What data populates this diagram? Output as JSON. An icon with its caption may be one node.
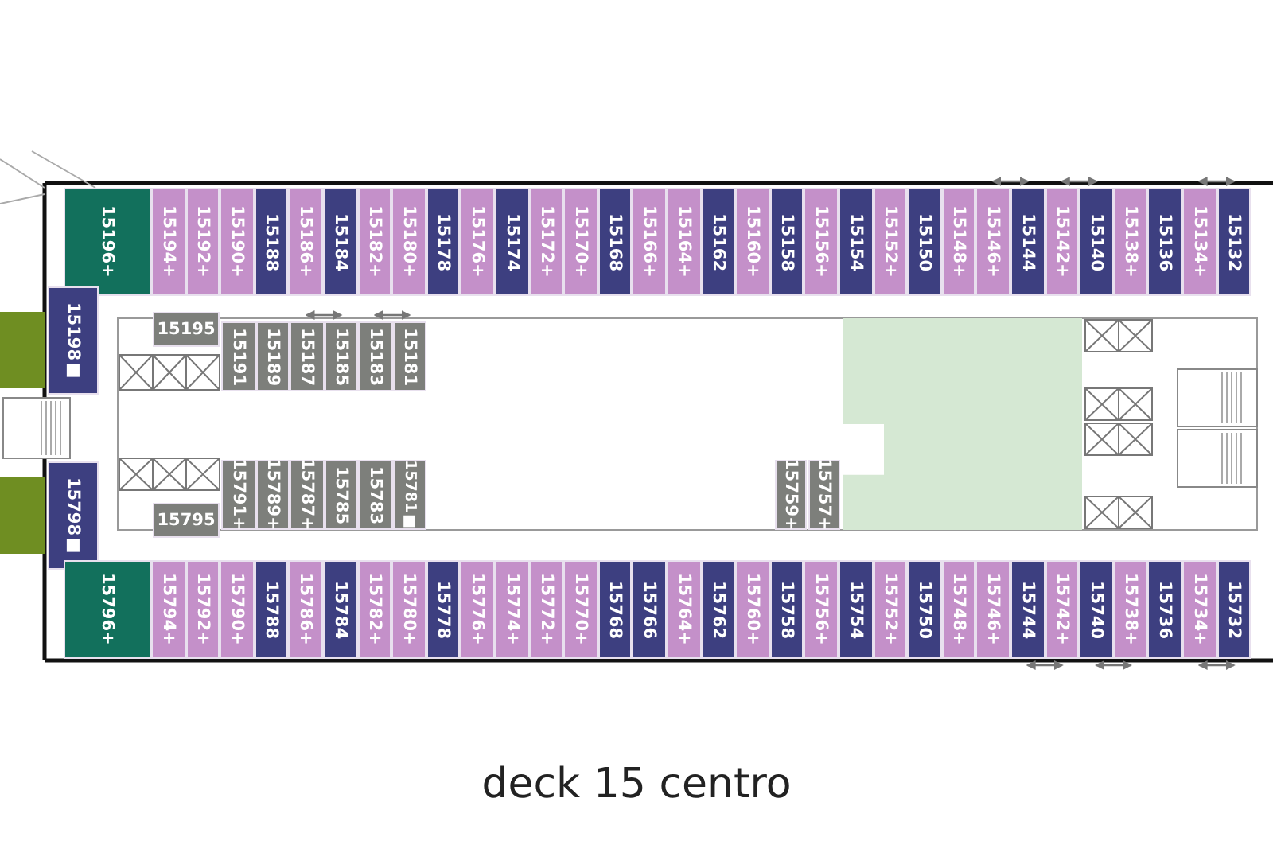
{
  "diagram": {
    "caption": "deck 15 centro",
    "nodes": [
      {
        "text": [
          "15196+"
        ]
      },
      {
        "text": [
          "15194+"
        ]
      },
      {
        "text": [
          "15192+"
        ]
      },
      {
        "text": [
          "15190+"
        ]
      },
      {
        "text": [
          "15188"
        ]
      },
      {
        "text": [
          "15186+"
        ]
      },
      {
        "text": [
          "15184"
        ]
      },
      {
        "text": [
          "15182+"
        ]
      },
      {
        "text": [
          "15180+"
        ]
      },
      {
        "text": [
          "15178"
        ]
      },
      {
        "text": [
          "15176+"
        ]
      },
      {
        "text": [
          "15174"
        ]
      },
      {
        "text": [
          "15172+"
        ]
      },
      {
        "text": [
          "15170+"
        ]
      },
      {
        "text": [
          "15168"
        ]
      },
      {
        "text": [
          "15166+"
        ]
      },
      {
        "text": [
          "15164+"
        ]
      },
      {
        "text": [
          "15162"
        ]
      },
      {
        "text": [
          "15160+"
        ]
      },
      {
        "text": [
          "15158"
        ]
      },
      {
        "text": [
          "15156+"
        ]
      },
      {
        "text": [
          "15154"
        ]
      },
      {
        "text": [
          "15152+"
        ]
      },
      {
        "text": [
          "15150"
        ]
      },
      {
        "text": [
          "15148+"
        ]
      },
      {
        "text": [
          "15146+"
        ]
      },
      {
        "text": [
          "15144"
        ]
      },
      {
        "text": [
          "15142+"
        ]
      },
      {
        "text": [
          "15140"
        ]
      },
      {
        "text": [
          "15138+"
        ]
      },
      {
        "text": [
          "15136"
        ]
      },
      {
        "text": [
          "15134+"
        ]
      },
      {
        "text": [
          "15132"
        ]
      },
      {
        "text": [
          "15198■"
        ]
      },
      {
        "text": [
          "15195"
        ]
      },
      {
        "text": [
          "15191"
        ]
      },
      {
        "text": [
          "15189"
        ]
      },
      {
        "text": [
          "15187"
        ]
      },
      {
        "text": [
          "15185"
        ]
      },
      {
        "text": [
          "15183"
        ]
      },
      {
        "text": [
          "15181"
        ]
      },
      {
        "text": [],
        "shape": "box"
      },
      {
        "text": [
          "15798■"
        ]
      },
      {
        "text": [
          "15795"
        ]
      },
      {
        "text": [
          "15791+"
        ]
      },
      {
        "text": [
          "15789+"
        ]
      },
      {
        "text": [
          "15787+"
        ]
      },
      {
        "text": [
          "15785"
        ]
      },
      {
        "text": [
          "15783"
        ]
      },
      {
        "text": [
          "15781■"
        ]
      },
      {
        "text": [
          "15759+"
        ]
      },
      {
        "text": [
          "15757+"
        ]
      },
      {
        "text": [
          "15796+"
        ]
      },
      {
        "text": [
          "15794+"
        ]
      },
      {
        "text": [
          "15792+"
        ]
      },
      {
        "text": [
          "15790+"
        ]
      },
      {
        "text": [
          "15788"
        ]
      },
      {
        "text": [
          "15786+"
        ]
      },
      {
        "text": [
          "15784"
        ]
      },
      {
        "text": [
          "15782+"
        ]
      },
      {
        "text": [
          "15780+"
        ]
      },
      {
        "text": [
          "15778"
        ]
      },
      {
        "text": [
          "15776+"
        ]
      },
      {
        "text": [
          "15774+"
        ]
      },
      {
        "text": [
          "15772+"
        ]
      },
      {
        "text": [
          "15770+"
        ]
      },
      {
        "text": [
          "15768"
        ]
      },
      {
        "text": [
          "15766"
        ]
      },
      {
        "text": [
          "15764+"
        ]
      },
      {
        "text": [
          "15762"
        ]
      },
      {
        "text": [
          "15760+"
        ]
      },
      {
        "text": [
          "15758"
        ]
      },
      {
        "text": [
          "15756+"
        ]
      },
      {
        "text": [
          "15754"
        ]
      },
      {
        "text": [
          "15752+"
        ]
      },
      {
        "text": [
          "15750"
        ]
      },
      {
        "text": [
          "15748+"
        ]
      },
      {
        "text": [
          "15746+"
        ]
      },
      {
        "text": [
          "15744"
        ]
      },
      {
        "text": [
          "15742+"
        ]
      },
      {
        "text": [
          "15740"
        ]
      },
      {
        "text": [
          "15738+"
        ]
      },
      {
        "text": [
          "15736"
        ]
      },
      {
        "text": [
          "15734+"
        ]
      },
      {
        "text": [
          "15732"
        ]
      }
    ],
    "edges": [
      {
        "from": 25,
        "to": 26,
        "arrow": "both"
      },
      {
        "from": 27,
        "to": 28,
        "arrow": "both"
      },
      {
        "from": 31,
        "to": 32,
        "arrow": "both"
      },
      {
        "from": 37,
        "to": 38,
        "arrow": "both"
      },
      {
        "from": 39,
        "to": 40,
        "arrow": "both"
      },
      {
        "from": 78,
        "to": 79,
        "arrow": "both"
      },
      {
        "from": 80,
        "to": 81,
        "arrow": "both"
      },
      {
        "from": 83,
        "to": 84,
        "arrow": "both"
      }
    ]
  }
}
